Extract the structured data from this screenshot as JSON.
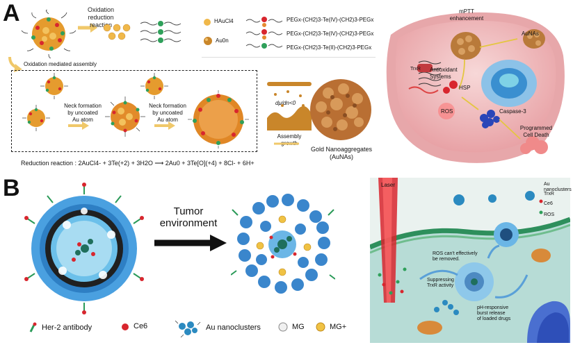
{
  "panelA": {
    "letter": "A",
    "oxidation_reduction": "Oxidation\nreduction\nreaction",
    "oxidation_mediated": "Oxidation mediated assembly",
    "haucl4": "HAuCl4",
    "au0": "Au0n",
    "peg1": "PEGx-(CH2)3-Te(IV)-(CH2)3-PEGx",
    "peg2": "PEGx-(CH2)3-Te(IV)-(CH2)3-PEGx",
    "peg3": "PEGx-(CH2)3-Te(II)-(CH2)3-PEGx",
    "neck1": "Neck formation\nby uncoated\nAu atom",
    "neck2": "Neck formation\nby uncoated\nAu atom",
    "dmu": "dμ/dn<0",
    "assembly_growth": "Assembly\ngrowth",
    "gold_nano": "Gold Nanoaggregates\n(AuNAs)",
    "reduction_eq": "Reduction reaction : 2AuCl4- + 3Te(+2) + 3H2O ⟶ 2Au0 + 3Te[O](+4) + 8Cl- + 6H+",
    "cell": {
      "mptt": "mPTT\nenhancement",
      "aunas": "AuNAs",
      "trxr": "TrxR",
      "antioxidant": "Antioxidant\nSystems",
      "hsp": "HSP",
      "ros": "ROS",
      "caspase": "Caspase-3",
      "programmed": "Programmed\nCell Death"
    }
  },
  "panelB": {
    "letter": "B",
    "tumor": "Tumor\nenvironment",
    "legend": {
      "her2": "Her-2 antibody",
      "ce6": "Ce6",
      "au_nc": "Au nanoclusters",
      "mg": "MG",
      "mgplus": "MG+"
    },
    "cell": {
      "laser": "Laser",
      "l_au": "Au nanoclusters",
      "l_trxr": "TrxR",
      "l_ce6": "Ce6",
      "l_ros": "ROS",
      "ros_note": "ROS can't effectively\nbe removed.",
      "suppress": "Suppressing\nTrxR activity",
      "ph": "pH-responsive\nburst release\nof loaded drugs"
    }
  },
  "colors": {
    "gold": "#d9962a",
    "orange": "#e8a23a",
    "red": "#d8262e",
    "green": "#2fa05a",
    "blue": "#2b7fd0",
    "pink_cell": "#f2c1c4",
    "teal_cell": "#a7d6d3"
  }
}
